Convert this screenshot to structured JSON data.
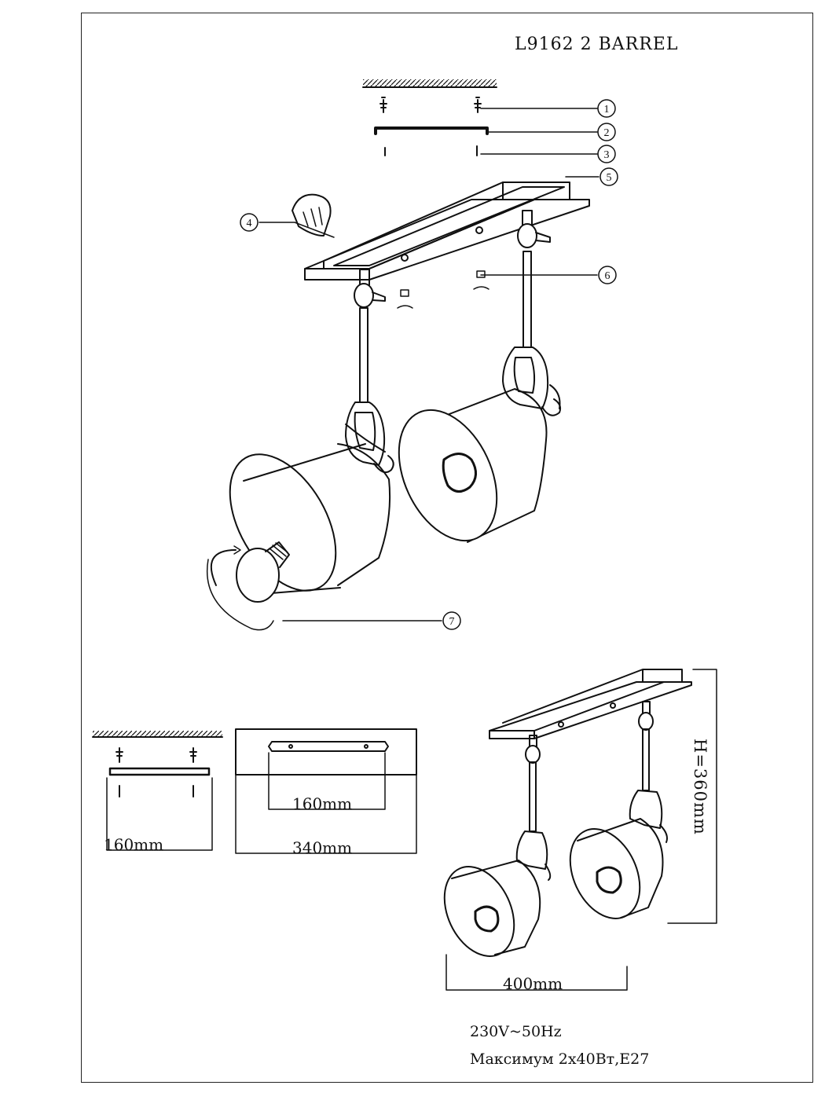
{
  "title": "L9162 2 BARREL",
  "callouts": [
    "1",
    "2",
    "3",
    "4",
    "5",
    "6",
    "7"
  ],
  "dimensions": {
    "bracket_width": "160mm",
    "base_inner_width": "160mm",
    "base_width": "340mm",
    "total_width": "400mm",
    "height": "H=360mm"
  },
  "specs": {
    "voltage": "230V~50Hz",
    "power": "Максимум 2x40Вт,E27"
  }
}
